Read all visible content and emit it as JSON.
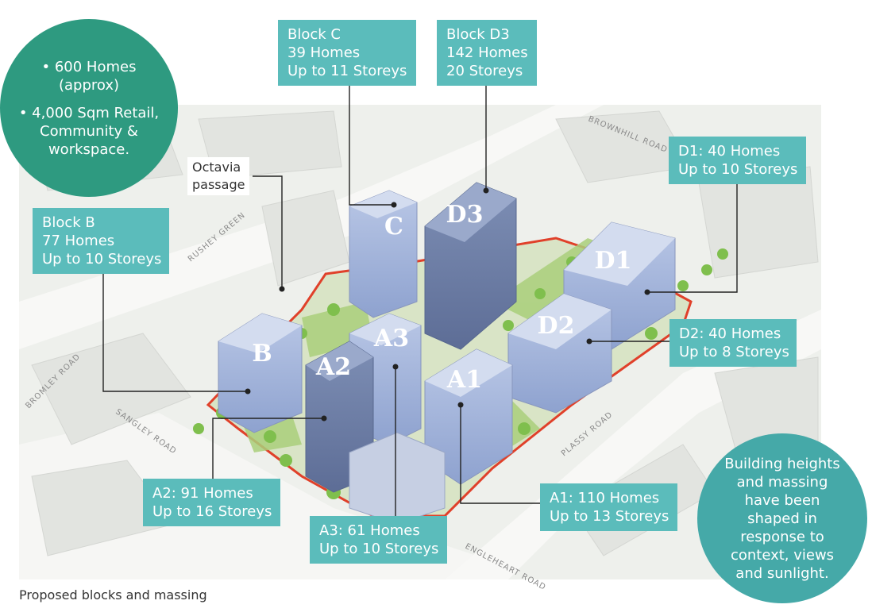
{
  "summary_circle": {
    "bullets": [
      "• 600 Homes (approx)",
      "• 4,000 Sqm Retail, Community & workspace."
    ],
    "color": "#2e9a80"
  },
  "note_circle": {
    "text": "Building heights and massing have been shaped in response to context, views and sunlight.",
    "color": "#45a9a8"
  },
  "callouts": {
    "block_c": {
      "line1": "Block C",
      "line2": "39 Homes",
      "line3": "Up to 11 Storeys"
    },
    "block_d3": {
      "line1": "Block D3",
      "line2": "142 Homes",
      "line3": "20 Storeys"
    },
    "block_d1": {
      "line1": "D1: 40 Homes",
      "line2": "Up to 10 Storeys"
    },
    "block_b": {
      "line1": "Block B",
      "line2": "77 Homes",
      "line3": "Up to 10 Storeys"
    },
    "block_d2": {
      "line1": "D2: 40 Homes",
      "line2": "Up to 8 Storeys"
    },
    "block_a2": {
      "line1": "A2: 91 Homes",
      "line2": "Up to 16 Storeys"
    },
    "block_a3": {
      "line1": "A3: 61 Homes",
      "line2": "Up to 10 Storeys"
    },
    "block_a1": {
      "line1": "A1: 110 Homes",
      "line2": "Up to 13 Storeys"
    }
  },
  "passage_label": {
    "line1": "Octavia",
    "line2": "passage"
  },
  "block_labels": {
    "c": "C",
    "d3": "D3",
    "d1": "D1",
    "d2": "D2",
    "b": "B",
    "a2": "A2",
    "a3": "A3",
    "a1": "A1"
  },
  "roads": {
    "brownhill": "BROWNHILL ROAD",
    "rushey": "RUSHEY GREEN",
    "bromley": "BROMLEY ROAD",
    "sangley": "SANGLEY ROAD",
    "plassy": "PLASSY ROAD",
    "engleheart": "ENGLEHEART ROAD"
  },
  "caption": "Proposed blocks and massing",
  "colors": {
    "callout": "#5bbcbb",
    "site_boundary": "#e0402a",
    "leader": "#222222"
  }
}
